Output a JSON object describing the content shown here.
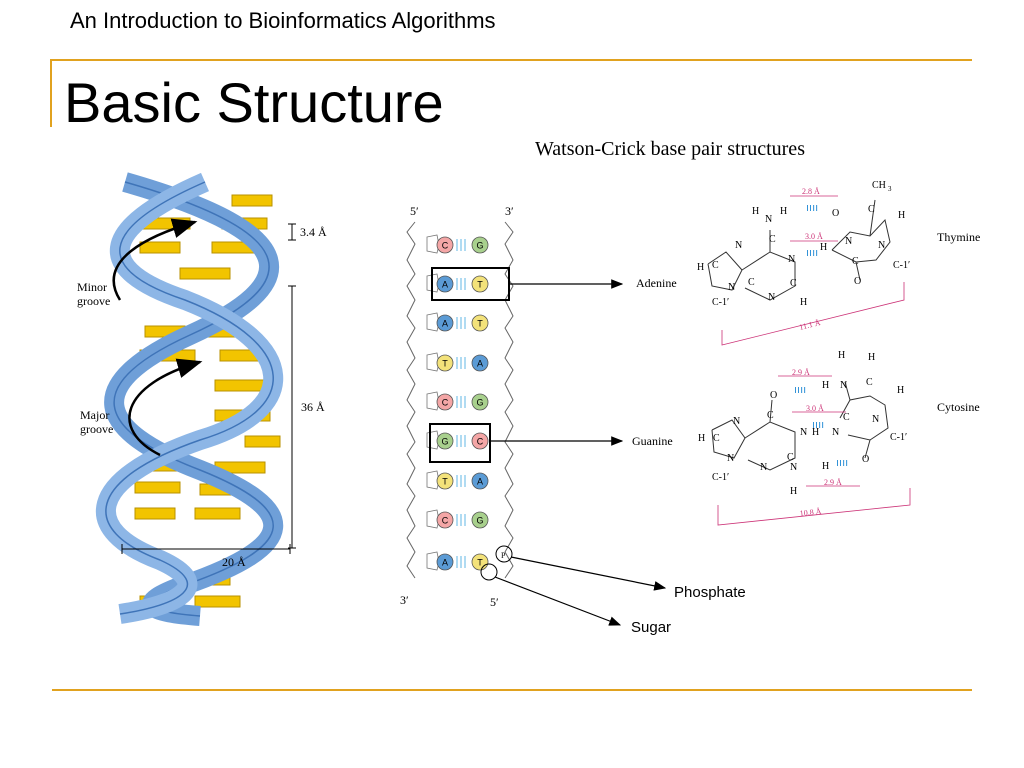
{
  "slide": {
    "course_title": "An Introduction to Bioinformatics Algorithms",
    "title": "Basic Structure"
  },
  "helix": {
    "rise_label": "3.4 Å",
    "pitch_label": "36 Å",
    "width_label": "20 Å",
    "minor_groove_line1": "Minor",
    "minor_groove_line2": "groove",
    "major_groove_line1": "Major",
    "major_groove_line2": "groove"
  },
  "strand": {
    "end_5_top": "5′",
    "end_3_top": "3′",
    "end_3_bottom": "3′",
    "end_5_bottom": "5′",
    "phosphate_symbol": "P",
    "pairs": [
      {
        "left": "C",
        "right": "G"
      },
      {
        "left": "A",
        "right": "T"
      },
      {
        "left": "A",
        "right": "T"
      },
      {
        "left": "T",
        "right": "A"
      },
      {
        "left": "C",
        "right": "G"
      },
      {
        "left": "G",
        "right": "C"
      },
      {
        "left": "T",
        "right": "A"
      },
      {
        "left": "C",
        "right": "G"
      },
      {
        "left": "A",
        "right": "T"
      }
    ],
    "phosphate_label": "Phosphate",
    "sugar_label": "Sugar"
  },
  "pairs_panel": {
    "title": "Watson-Crick base pair structures",
    "adenine": "Adenine",
    "thymine": "Thymine",
    "guanine": "Guanine",
    "cytosine": "Cytosine",
    "at_distances": [
      "2.8 Å",
      "3.0 Å",
      "11.1 Å"
    ],
    "gc_distances": [
      "2.9 Å",
      "3.0 Å",
      "2.9 Å",
      "10.8 Å"
    ]
  },
  "colors": {
    "accent_rule": "#e1a21f",
    "helix_backbone": "#6f9fd8",
    "base_plate": "#f2c400",
    "base_A": "#5b9bd5",
    "base_T": "#f3e27a",
    "base_G": "#a8d08d",
    "base_C": "#f4a6a6",
    "distance_marker": "#cc3377"
  }
}
